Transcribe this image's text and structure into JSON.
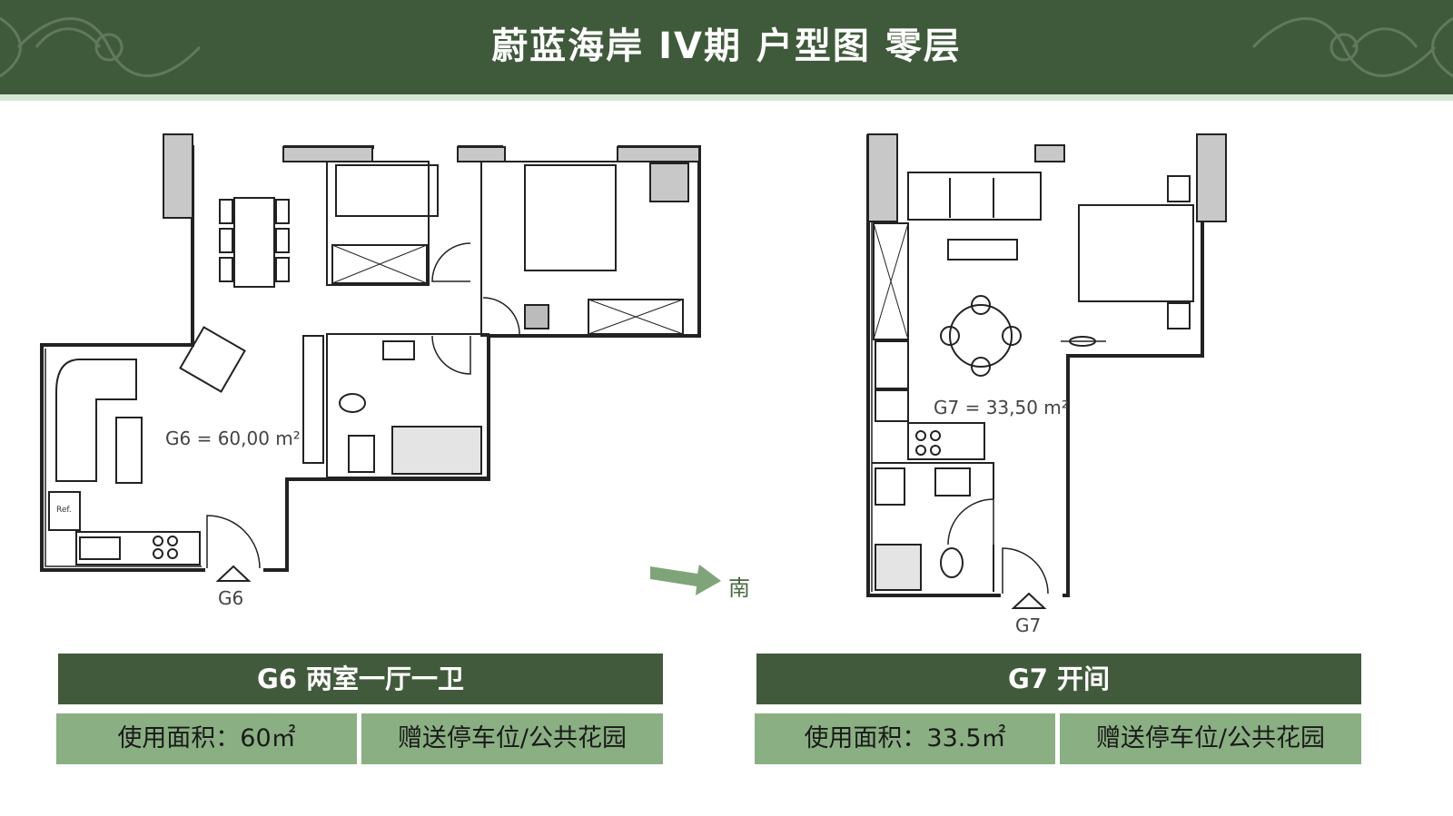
{
  "header": {
    "title": "蔚蓝海岸 IV期 户型图  零层",
    "background_color": "#3f5a3a"
  },
  "plans": {
    "g6": {
      "area_label": "G6 = 60,00 m²",
      "entry_label": "G6",
      "fridge_label": "Ref."
    },
    "g7": {
      "area_label": "G7 = 33,50 m²",
      "entry_label": "G7"
    }
  },
  "compass": {
    "label": "南",
    "arrow_color": "#7fa479"
  },
  "cards": [
    {
      "title": "G6   两室一厅一卫",
      "area": "使用面积：60㎡",
      "bonus": "赠送停车位/公共花园"
    },
    {
      "title": "G7  开间",
      "area": "使用面积：33.5㎡",
      "bonus": "赠送停车位/公共花园"
    }
  ],
  "colors": {
    "bar": "#425a3c",
    "cell": "#8aaf82"
  }
}
